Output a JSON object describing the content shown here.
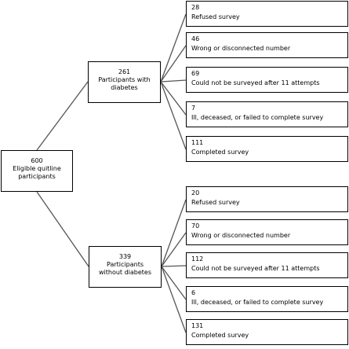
{
  "root": {
    "count": "600",
    "label_line1": "Eligible quitline",
    "label_line2": "participants"
  },
  "groups": [
    {
      "id": "diabetes",
      "count": "261",
      "label_line1": "Participants with",
      "label_line2": "diabetes",
      "outcomes": [
        {
          "count": "28",
          "label": "Refused survey"
        },
        {
          "count": "46",
          "label": "Wrong or disconnected number"
        },
        {
          "count": "69",
          "label": "Could not be surveyed after 11 attempts"
        },
        {
          "count": "7",
          "label": "Ill, deceased, or failed to complete survey"
        },
        {
          "count": "111",
          "label": "Completed survey"
        }
      ]
    },
    {
      "id": "no-diabetes",
      "count": "339",
      "label_line1": "Participants",
      "label_line2": "without diabetes",
      "outcomes": [
        {
          "count": "20",
          "label": "Refused survey"
        },
        {
          "count": "70",
          "label": "Wrong or disconnected number"
        },
        {
          "count": "112",
          "label": "Could not be surveyed after 11 attempts"
        },
        {
          "count": "6",
          "label": "Ill, deceased, or failed to complete survey"
        },
        {
          "count": "131",
          "label": "Completed survey"
        }
      ]
    }
  ]
}
